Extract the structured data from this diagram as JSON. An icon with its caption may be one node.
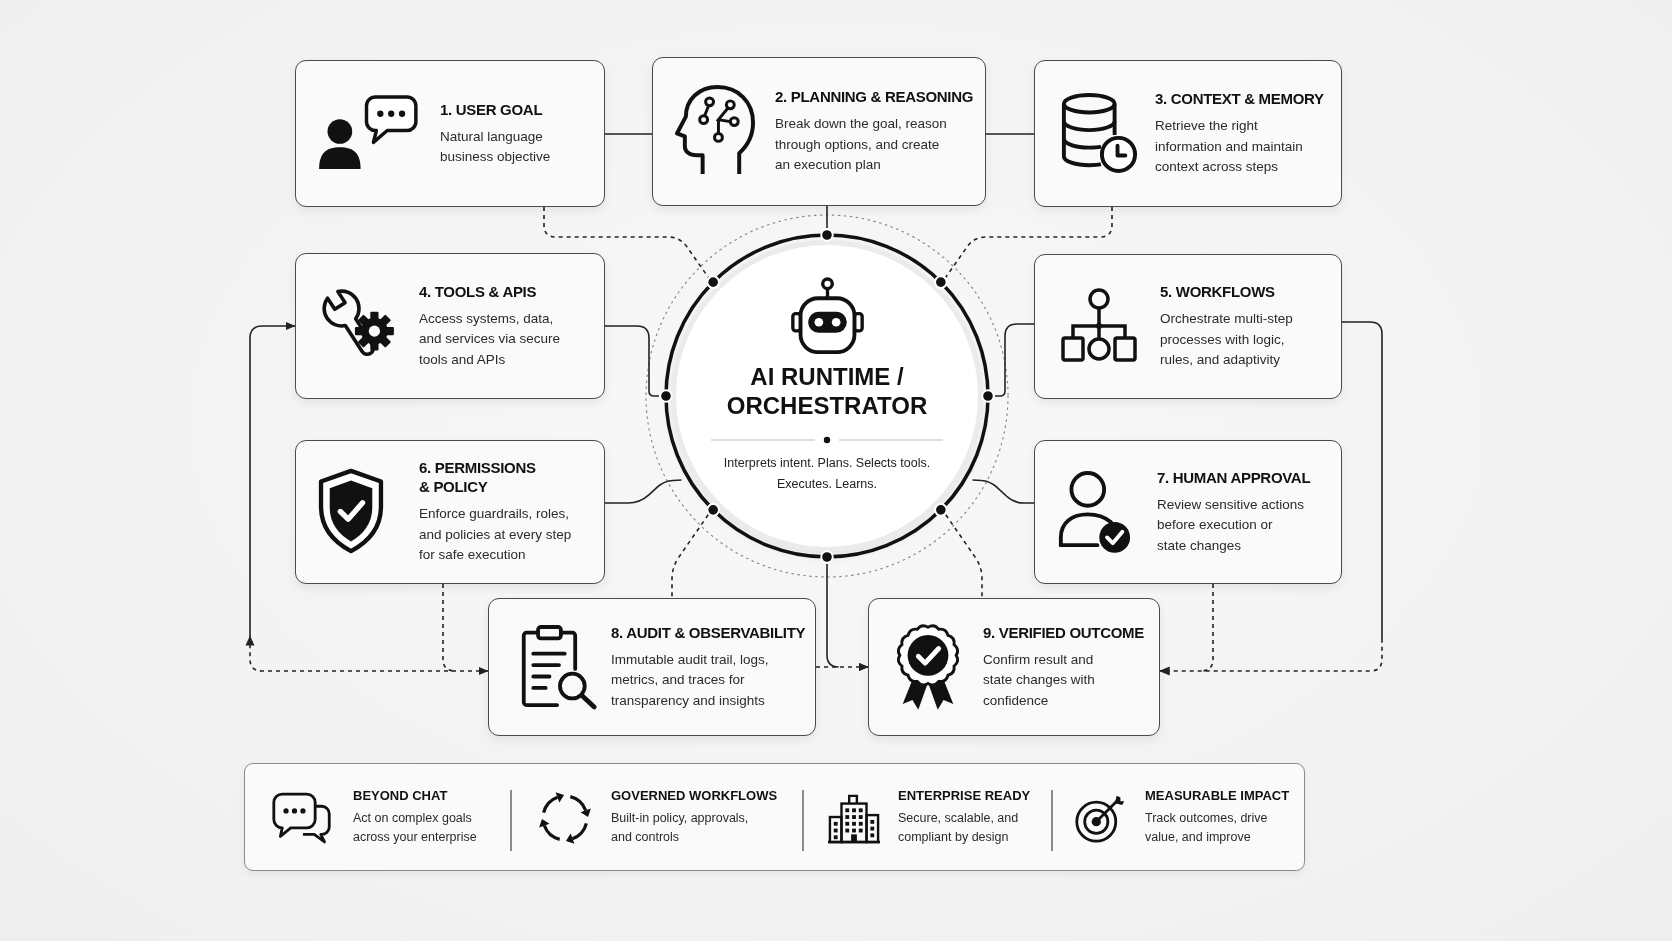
{
  "diagram": {
    "nodes": [
      {
        "text": [
          "1. USER GOAL",
          "Natural language business objective"
        ]
      },
      {
        "text": [
          "2. PLANNING & REASONING",
          "Break down the goal, reason through options, and create an execution plan"
        ]
      },
      {
        "text": [
          "3. CONTEXT & MEMORY",
          "Retrieve the right information and maintain context across steps"
        ]
      },
      {
        "text": [
          "4. TOOLS & APIS",
          "Access systems, data, and services via secure tools and APIs"
        ]
      },
      {
        "text": [
          "AI RUNTIME / ORCHESTRATOR",
          "Interprets intent. Plans. Selects tools. Executes. Learns."
        ]
      },
      {
        "text": [
          "5. WORKFLOWS",
          "Orchestrate multi-step processes with logic, rules, and adaptivity"
        ]
      },
      {
        "text": [
          "6. PERMISSIONS & POLICY",
          "Enforce guardrails, roles, and policies at every step for safe execution"
        ]
      },
      {
        "text": [
          "7. HUMAN APPROVAL",
          "Review sensitive actions before execution or state changes"
        ]
      },
      {
        "text": [
          "8. AUDIT & OBSERVABILITY",
          "Immutable audit trail, logs, metrics, and traces for transparency and insights"
        ]
      },
      {
        "text": [
          "9. VERIFIED OUTCOME",
          "Confirm result and state changes with confidence"
        ]
      },
      {
        "text": [
          "BEYOND CHAT",
          "Act on complex goals across your enterprise",
          "GOVERNED WORKFLOWS",
          "Built-in policy, approvals, and controls",
          "ENTERPRISE READY",
          "Secure, scalable, and compliant by design",
          "MEASURABLE IMPACT",
          "Track outcomes, drive value, and improve"
        ]
      }
    ],
    "edges": [
      {
        "from": 0,
        "to": 1,
        "arrow": "none"
      },
      {
        "from": 1,
        "to": 2,
        "arrow": "none"
      },
      {
        "from": 1,
        "to": 4,
        "arrow": "none"
      },
      {
        "from": 0,
        "to": 4,
        "arrow": "none",
        "style": "dashed"
      },
      {
        "from": 2,
        "to": 4,
        "arrow": "none",
        "style": "dashed"
      },
      {
        "from": 3,
        "to": 4,
        "arrow": "none"
      },
      {
        "from": 5,
        "to": 4,
        "arrow": "none"
      },
      {
        "from": 6,
        "to": 4,
        "arrow": "none"
      },
      {
        "from": 7,
        "to": 4,
        "arrow": "none"
      },
      {
        "from": 4,
        "to": 8,
        "arrow": "none",
        "style": "dashed"
      },
      {
        "from": 4,
        "to": 9,
        "arrow": "none",
        "style": "dashed"
      },
      {
        "from": 4,
        "to": 9,
        "arrow": "to"
      },
      {
        "from": 8,
        "to": 9,
        "arrow": "to",
        "style": "dashed"
      },
      {
        "from": 6,
        "to": 8,
        "arrow": "to",
        "style": "dashed"
      },
      {
        "from": 8,
        "to": 3,
        "arrow": "to",
        "style": "dashed"
      },
      {
        "from": 7,
        "to": 9,
        "arrow": "to",
        "style": "dashed"
      },
      {
        "from": 5,
        "to": 9,
        "arrow": "to",
        "style": "dashed"
      }
    ]
  }
}
